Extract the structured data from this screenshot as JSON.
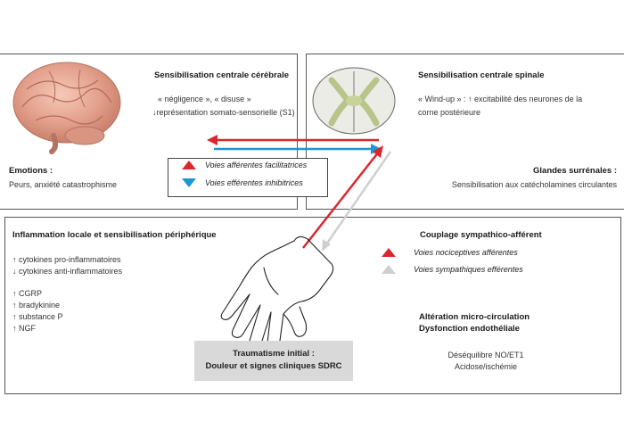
{
  "brain_panel": {
    "title": "Sensibilisation centrale cérébrale",
    "line1": "« négligence », « disuse »",
    "line2": "↓représentation somato-sensorielle (S1)",
    "emotions_title": "Emotions :",
    "emotions_text": "Peurs, anxiété catastrophisme"
  },
  "spinal_panel": {
    "title": "Sensibilisation centrale spinale",
    "line1": "« Wind-up » : ↑ excitabilité des neurones de la",
    "line2": "corne postérieure",
    "glands_title": "Glandes surrénales :",
    "glands_text": "Sensibilisation aux catécholamines circulantes"
  },
  "legend_top": {
    "items": [
      {
        "label": "Voies afférentes facilitatrices",
        "color": "#d9272e",
        "direction": "up"
      },
      {
        "label": "Voies efférentes inhibitrices",
        "color": "#1e96d2",
        "direction": "down"
      }
    ]
  },
  "bottom_panel": {
    "left_title": "Inflammation locale et sensibilisation périphérique",
    "left_list_a": [
      "↑ cytokines pro-inflammatoires",
      "↓ cytokines anti-inflammatoires"
    ],
    "left_list_b": [
      "↑ CGRP",
      "↑ bradykinine",
      "↑ substance P",
      "↑ NGF"
    ],
    "right_title": "Couplage sympathico-afférent",
    "legend": [
      {
        "label": "Voies nociceptives afférentes",
        "color": "#d9272e"
      },
      {
        "label": "Voies sympathiques efférentes",
        "color": "#cfcfcf"
      }
    ],
    "micro_title_1": "Altération micro-circulation",
    "micro_title_2": "Dysfonction endothéliale",
    "micro_line1": "Déséquilibre NO/ET1",
    "micro_line2": "Acidose/ischémie",
    "trauma_title": "Traumatisme initial :",
    "trauma_sub": "Douleur et signes cliniques SDRC"
  },
  "colors": {
    "red": "#d9272e",
    "blue": "#1e96d2",
    "grey_arrow": "#cfcfcf",
    "trauma_bg": "#d9d9d9"
  }
}
